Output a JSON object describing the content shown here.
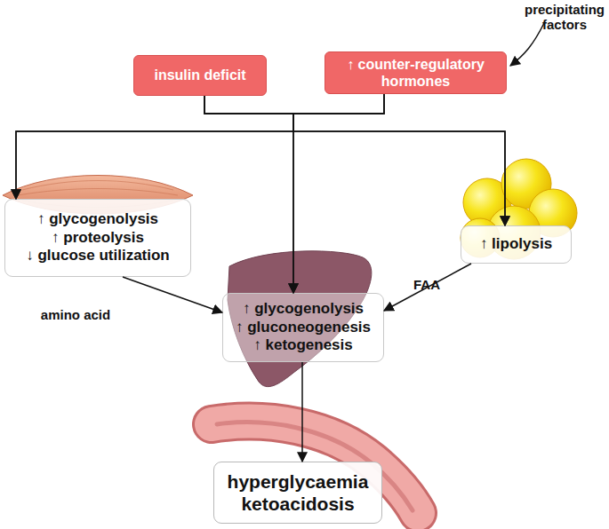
{
  "diagram": {
    "nodes": [
      {
        "text": [
          "insulin deficit"
        ]
      },
      {
        "text": [
          "↑ counter-regulatory hormones"
        ]
      },
      {
        "text": [
          "↑ glycogenolysis",
          "↑ proteolysis",
          "↓ glucose utilization"
        ]
      },
      {
        "text": [
          "↑ lipolysis"
        ]
      },
      {
        "text": [
          "↑ glycogenolysis",
          "↑ gluconeogenesis",
          "↑ ketogenesis"
        ]
      },
      {
        "text": [
          "hyperglycaemia",
          "ketoacidosis"
        ]
      }
    ],
    "edges": [
      {
        "from": 0,
        "to": 2,
        "arrow": "to"
      },
      {
        "from": 0,
        "to": 4,
        "arrow": "to"
      },
      {
        "from": 0,
        "to": 3,
        "arrow": "to"
      },
      {
        "from": 1,
        "to": 2,
        "arrow": "to"
      },
      {
        "from": 1,
        "to": 4,
        "arrow": "to"
      },
      {
        "from": 1,
        "to": 3,
        "arrow": "to"
      },
      {
        "from": 2,
        "to": 4,
        "label": "amino acid",
        "arrow": "to"
      },
      {
        "from": 3,
        "to": 4,
        "label": "FAA",
        "arrow": "to"
      },
      {
        "from": 4,
        "to": 5,
        "arrow": "to"
      }
    ],
    "labels": [
      "precipitating factors"
    ]
  }
}
